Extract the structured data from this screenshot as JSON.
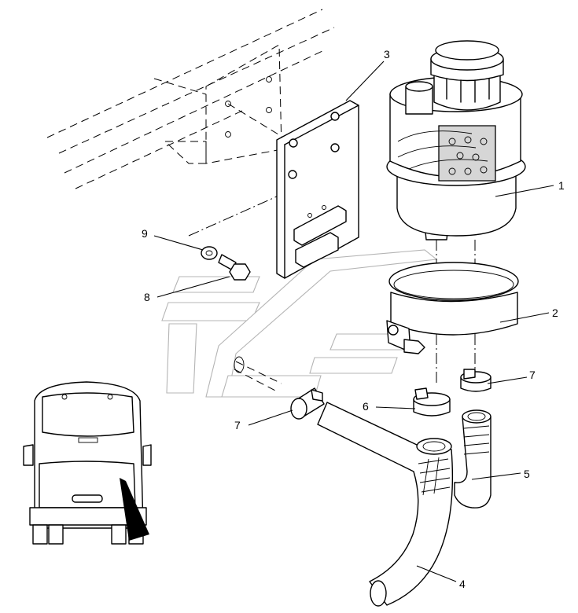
{
  "callouts": [
    {
      "id": "c1",
      "label": "1",
      "part": "air-filter"
    },
    {
      "id": "c2",
      "label": "2",
      "part": "mounting-clamp"
    },
    {
      "id": "c3",
      "label": "3",
      "part": "bracket"
    },
    {
      "id": "c4",
      "label": "4",
      "part": "intake-hose"
    },
    {
      "id": "c5",
      "label": "5",
      "part": "outlet-hose"
    },
    {
      "id": "c6",
      "label": "6",
      "part": "hose-clamp"
    },
    {
      "id": "c7a",
      "label": "7",
      "part": "hose-clamp"
    },
    {
      "id": "c7b",
      "label": "7",
      "part": "hose-clamp"
    },
    {
      "id": "c8",
      "label": "8",
      "part": "bolt"
    },
    {
      "id": "c9",
      "label": "9",
      "part": "washer"
    }
  ],
  "colors": {
    "line": "#000000",
    "background": "#ffffff",
    "watermark": "#b4b4b4",
    "shade": "#d6d6d6"
  },
  "icons": [
    "bus-rear-locator-icon",
    "location-arrow-icon"
  ]
}
